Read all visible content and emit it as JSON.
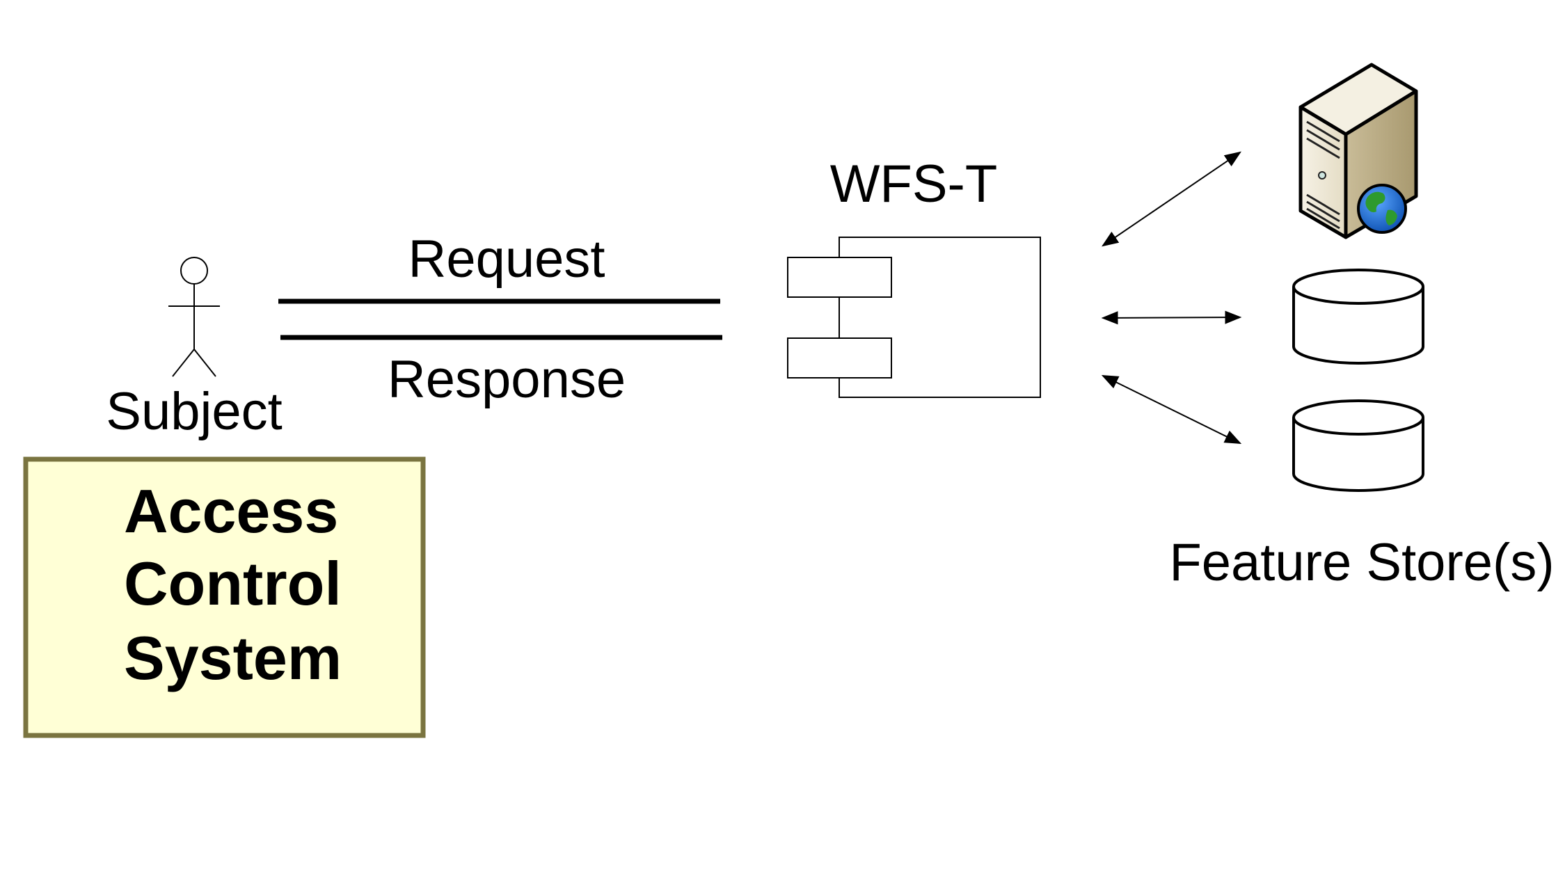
{
  "labels": {
    "subject": "Subject",
    "request": "Request",
    "response": "Response",
    "wfst": "WFS-T",
    "feature_store": "Feature Store(s)"
  },
  "access_control": {
    "line1": "Access",
    "line2": "Control",
    "line3": "System"
  },
  "colors": {
    "acs_fill": "#ffffd6",
    "acs_border": "#7a7440",
    "globe_blue": "#1f6fd0",
    "globe_green": "#2e9a2e",
    "server_body": "#ece6d2"
  },
  "icons": [
    "actor-icon",
    "component-icon",
    "web-server-icon",
    "database-icon",
    "database-icon"
  ]
}
